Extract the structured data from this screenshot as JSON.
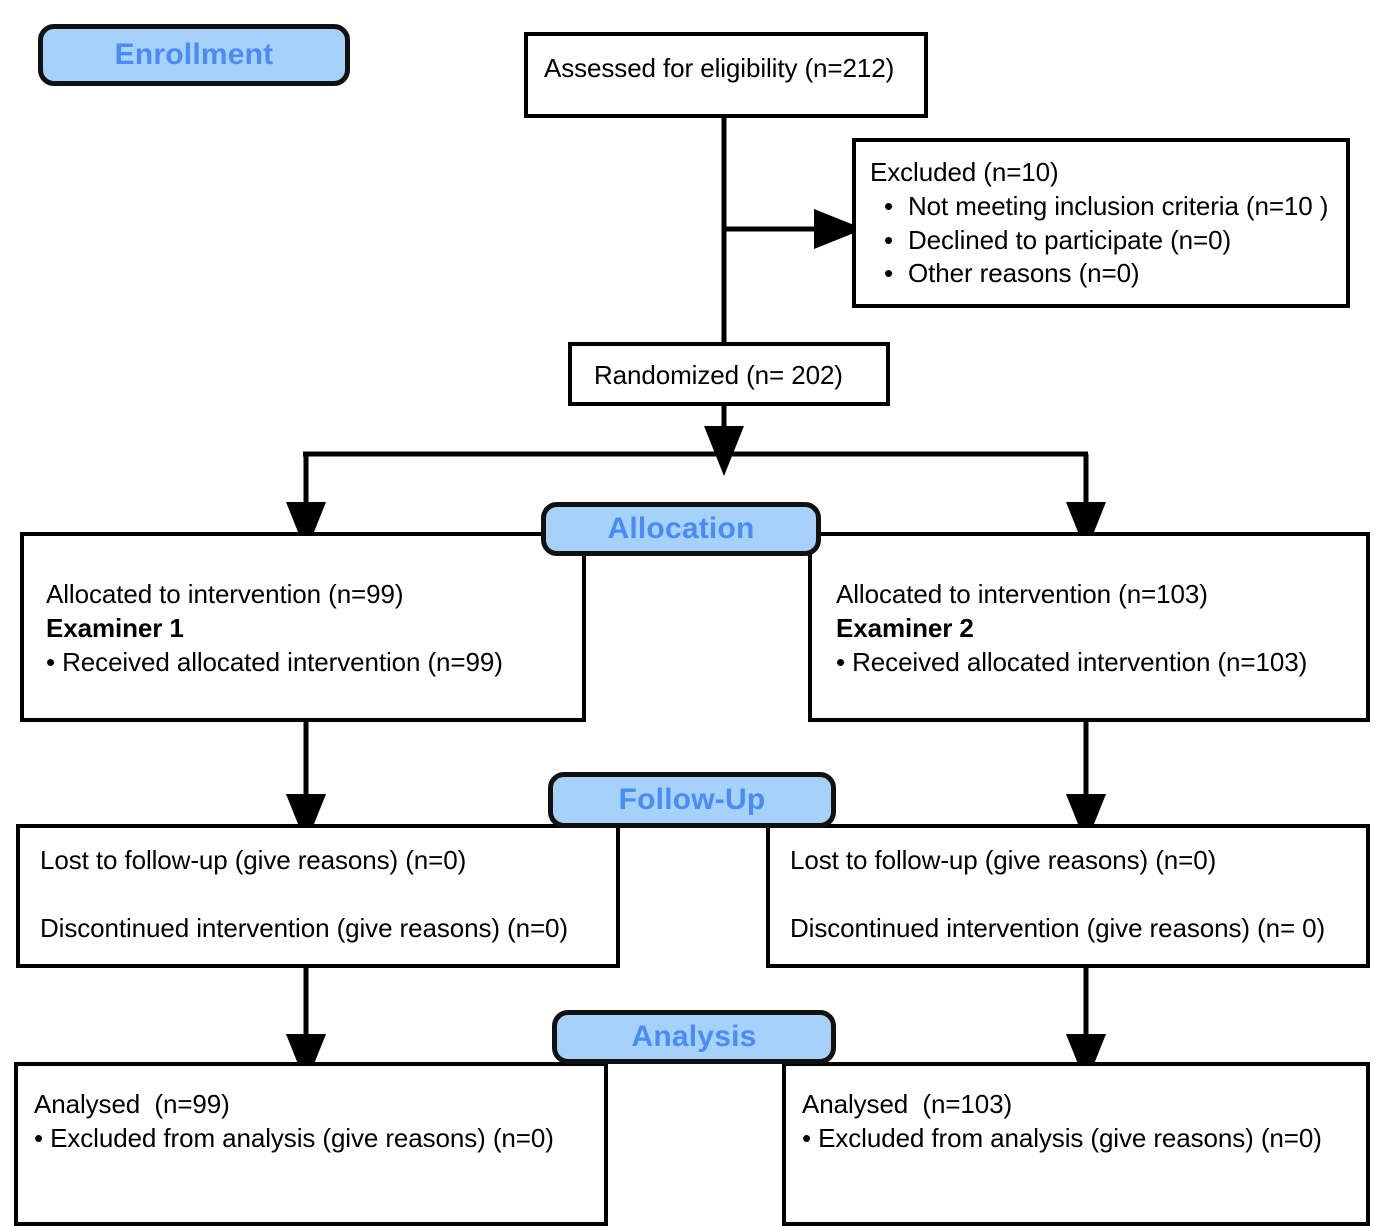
{
  "diagram": {
    "title": "CONSORT participant flow diagram",
    "colors": {
      "badge_fill": "#a6d2f9",
      "badge_text": "#4a8cf7",
      "badge_border": "#111111",
      "box_border": "#000000",
      "box_fill": "#ffffff",
      "connector": "#000000"
    }
  },
  "stages": {
    "enrollment": "Enrollment",
    "allocation": "Allocation",
    "followup": "Follow-Up",
    "analysis": "Analysis"
  },
  "boxes": {
    "assessed": {
      "text": "Assessed for eligibility (n=212)"
    },
    "excluded": {
      "heading": "Excluded (n=10)",
      "bullet": "•",
      "reasons": [
        "Not meeting inclusion criteria (n=10 )",
        "Declined to participate (n=0)",
        "Other reasons (n=0)"
      ]
    },
    "randomized": {
      "text": "Randomized (n= 202)"
    },
    "allocated_left": {
      "line1": "Allocated to intervention (n=99)",
      "line2": "Examiner 1",
      "line3": "• Received allocated intervention (n=99)"
    },
    "allocated_right": {
      "line1": "Allocated to intervention (n=103)",
      "line2": "Examiner 2",
      "line3": "• Received allocated intervention (n=103)"
    },
    "followup_left": {
      "line1": "Lost to follow-up (give reasons) (n=0)",
      "line2": "Discontinued intervention (give reasons) (n=0)"
    },
    "followup_right": {
      "line1": "Lost to follow-up (give reasons) (n=0)",
      "line2": "Discontinued intervention (give reasons) (n= 0)"
    },
    "analysis_left": {
      "line1": "Analysed  (n=99)",
      "line2": "• Excluded from analysis (give reasons) (n=0)"
    },
    "analysis_right": {
      "line1": "Analysed  (n=103)",
      "line2": "• Excluded from analysis (give reasons) (n=0)"
    }
  },
  "chart_data": {
    "type": "diagram",
    "title": "CONSORT flow diagram",
    "nodes": [
      {
        "id": "assessed",
        "label": "Assessed for eligibility (n=212)",
        "n": 212,
        "stage": "Enrollment"
      },
      {
        "id": "excluded",
        "label": "Excluded (n=10)",
        "n": 10,
        "stage": "Enrollment"
      },
      {
        "id": "excluded_not_meeting",
        "label": "Not meeting inclusion criteria (n=10 )",
        "n": 10,
        "stage": "Enrollment"
      },
      {
        "id": "excluded_declined",
        "label": "Declined to participate (n=0)",
        "n": 0,
        "stage": "Enrollment"
      },
      {
        "id": "excluded_other",
        "label": "Other reasons (n=0)",
        "n": 0,
        "stage": "Enrollment"
      },
      {
        "id": "randomized",
        "label": "Randomized (n= 202)",
        "n": 202,
        "stage": "Enrollment"
      },
      {
        "id": "allocated_left",
        "label": "Allocated to intervention (n=99) Examiner 1",
        "n": 99,
        "stage": "Allocation"
      },
      {
        "id": "allocated_right",
        "label": "Allocated to intervention (n=103) Examiner 2",
        "n": 103,
        "stage": "Allocation"
      },
      {
        "id": "followup_left",
        "label": "Lost to follow-up (n=0); Discontinued intervention (n=0)",
        "n": 0,
        "stage": "Follow-Up"
      },
      {
        "id": "followup_right",
        "label": "Lost to follow-up (n=0); Discontinued intervention (n= 0)",
        "n": 0,
        "stage": "Follow-Up"
      },
      {
        "id": "analysis_left",
        "label": "Analysed  (n=99)",
        "n": 99,
        "stage": "Analysis"
      },
      {
        "id": "analysis_right",
        "label": "Analysed  (n=103)",
        "n": 103,
        "stage": "Analysis"
      }
    ],
    "edges": [
      {
        "from": "assessed",
        "to": "excluded"
      },
      {
        "from": "assessed",
        "to": "randomized"
      },
      {
        "from": "randomized",
        "to": "allocated_left"
      },
      {
        "from": "randomized",
        "to": "allocated_right"
      },
      {
        "from": "allocated_left",
        "to": "followup_left"
      },
      {
        "from": "allocated_right",
        "to": "followup_right"
      },
      {
        "from": "followup_left",
        "to": "analysis_left"
      },
      {
        "from": "followup_right",
        "to": "analysis_right"
      }
    ]
  }
}
